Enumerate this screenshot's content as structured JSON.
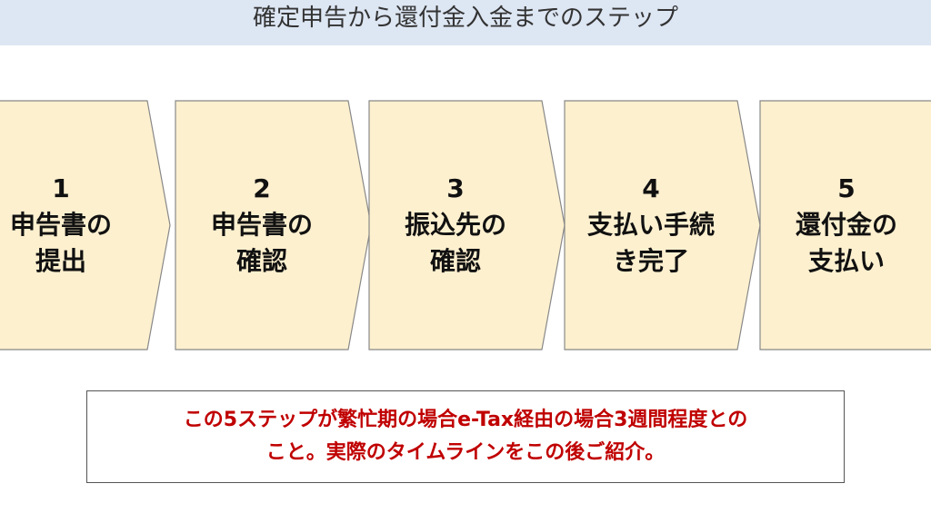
{
  "title": "確定申告から還付金入金までのステップ",
  "colors": {
    "title_bar_bg": "#dde6f3",
    "step_fill": "#fdf0cf",
    "step_stroke": "#888888",
    "note_text": "#c00000"
  },
  "steps": [
    {
      "number": "1",
      "line1": "申告書の",
      "line2": "提出"
    },
    {
      "number": "2",
      "line1": "申告書の",
      "line2": "確認"
    },
    {
      "number": "3",
      "line1": "振込先の",
      "line2": "確認"
    },
    {
      "number": "4",
      "line1": "支払い手続",
      "line2": "き完了"
    },
    {
      "number": "5",
      "line1": "還付金の",
      "line2": "支払い"
    }
  ],
  "note": {
    "line1": "この5ステップが繁忙期の場合e-Tax経由の場合3週間程度との",
    "line2": "こと。実際のタイムラインをこの後ご紹介。"
  }
}
